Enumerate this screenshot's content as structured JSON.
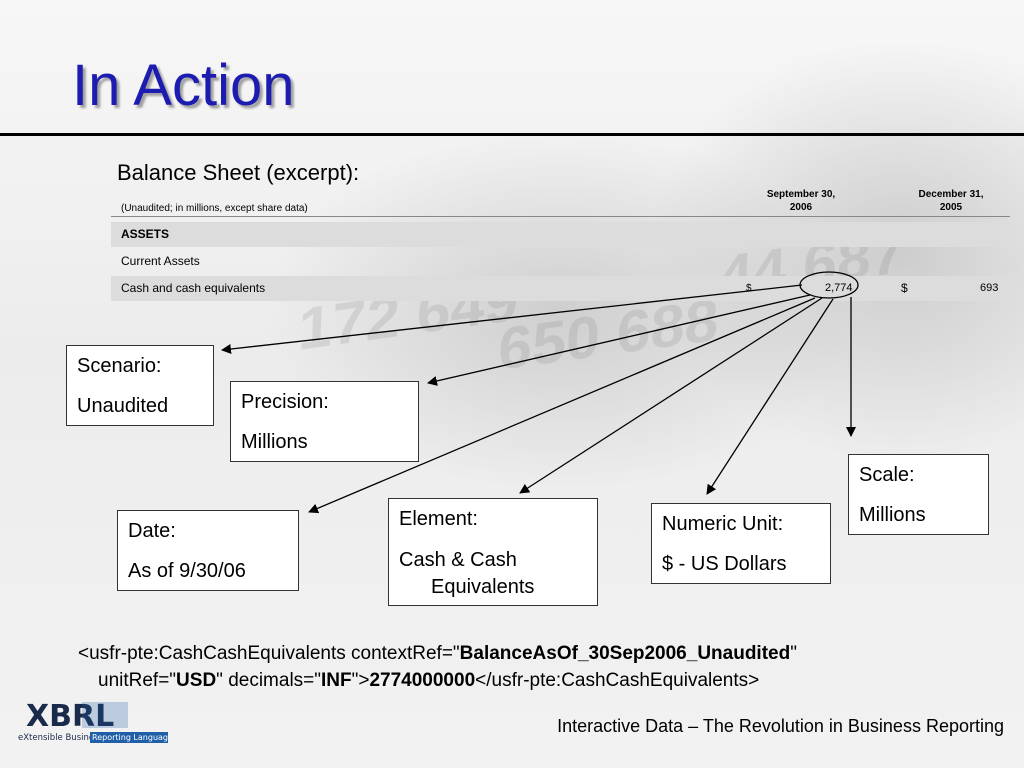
{
  "slide": {
    "title": "In Action",
    "subtitle": "Balance Sheet (excerpt):",
    "table": {
      "note": "(Unaudited; in millions, except share data)",
      "col1_line1": "September 30,",
      "col1_line2": "2006",
      "col2_line1": "December 31,",
      "col2_line2": "2005",
      "rows": [
        {
          "label": "ASSETS"
        },
        {
          "label": "Current Assets"
        },
        {
          "label": "Cash and cash equivalents",
          "cur1": "$",
          "val1": "2,774",
          "cur2": "$",
          "val2": "693"
        }
      ]
    },
    "boxes": {
      "scenario": {
        "title": "Scenario:",
        "value": "Unaudited"
      },
      "precision": {
        "title": "Precision:",
        "value": "Millions"
      },
      "scale": {
        "title": "Scale:",
        "value": "Millions"
      },
      "date": {
        "title": "Date:",
        "value": "As of 9/30/06"
      },
      "element": {
        "title": "Element:",
        "value_line1": "Cash & Cash",
        "value_line2": "Equivalents"
      },
      "unit": {
        "title": "Numeric Unit:",
        "value": "$ - US Dollars"
      }
    },
    "code": {
      "p1": "<usfr-pte:CashCashEquivalents contextRef=\"",
      "b1": "BalanceAsOf_30Sep2006_Unaudited",
      "p2": "\"",
      "p3": "unitRef=\"",
      "b2": "USD",
      "p4": "\" decimals=\"",
      "b3": "INF",
      "p5": "\">",
      "b4": "2774000000",
      "p6": "</usfr-pte:CashCashEquivalents>"
    },
    "footer": "Interactive Data – The Revolution in Business Reporting",
    "logo": {
      "main": "XBRL",
      "tagline_left": "eXtensible Business",
      "tagline_right": "Reporting Language"
    },
    "colors": {
      "title": "#1c1cb0",
      "logo_dark": "#1a2a4a",
      "logo_blue": "#1f5fa8"
    }
  }
}
